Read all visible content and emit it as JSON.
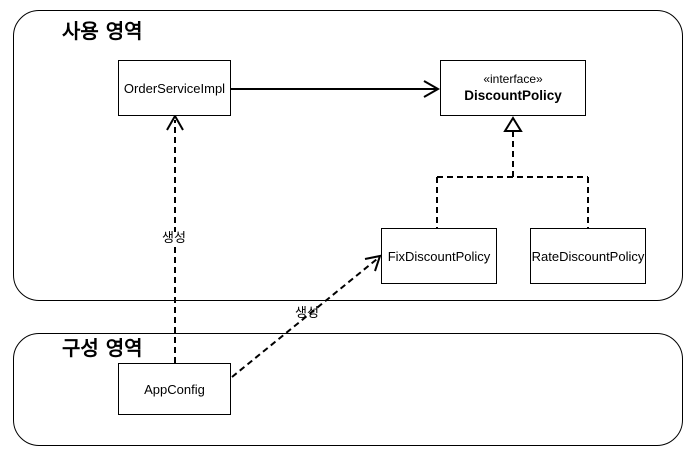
{
  "regions": {
    "usage": {
      "title": "사용 영역"
    },
    "config": {
      "title": "구성 영역"
    }
  },
  "nodes": {
    "order_service": {
      "label": "OrderServiceImpl"
    },
    "discount_policy": {
      "stereotype": "«interface»",
      "label": "DiscountPolicy"
    },
    "fix_discount": {
      "label": "FixDiscountPolicy"
    },
    "rate_discount": {
      "label": "RateDiscountPolicy"
    },
    "app_config": {
      "label": "AppConfig"
    }
  },
  "edges": {
    "creates_order_service": {
      "label": "생성"
    },
    "creates_fix_discount": {
      "label": "생성"
    }
  }
}
